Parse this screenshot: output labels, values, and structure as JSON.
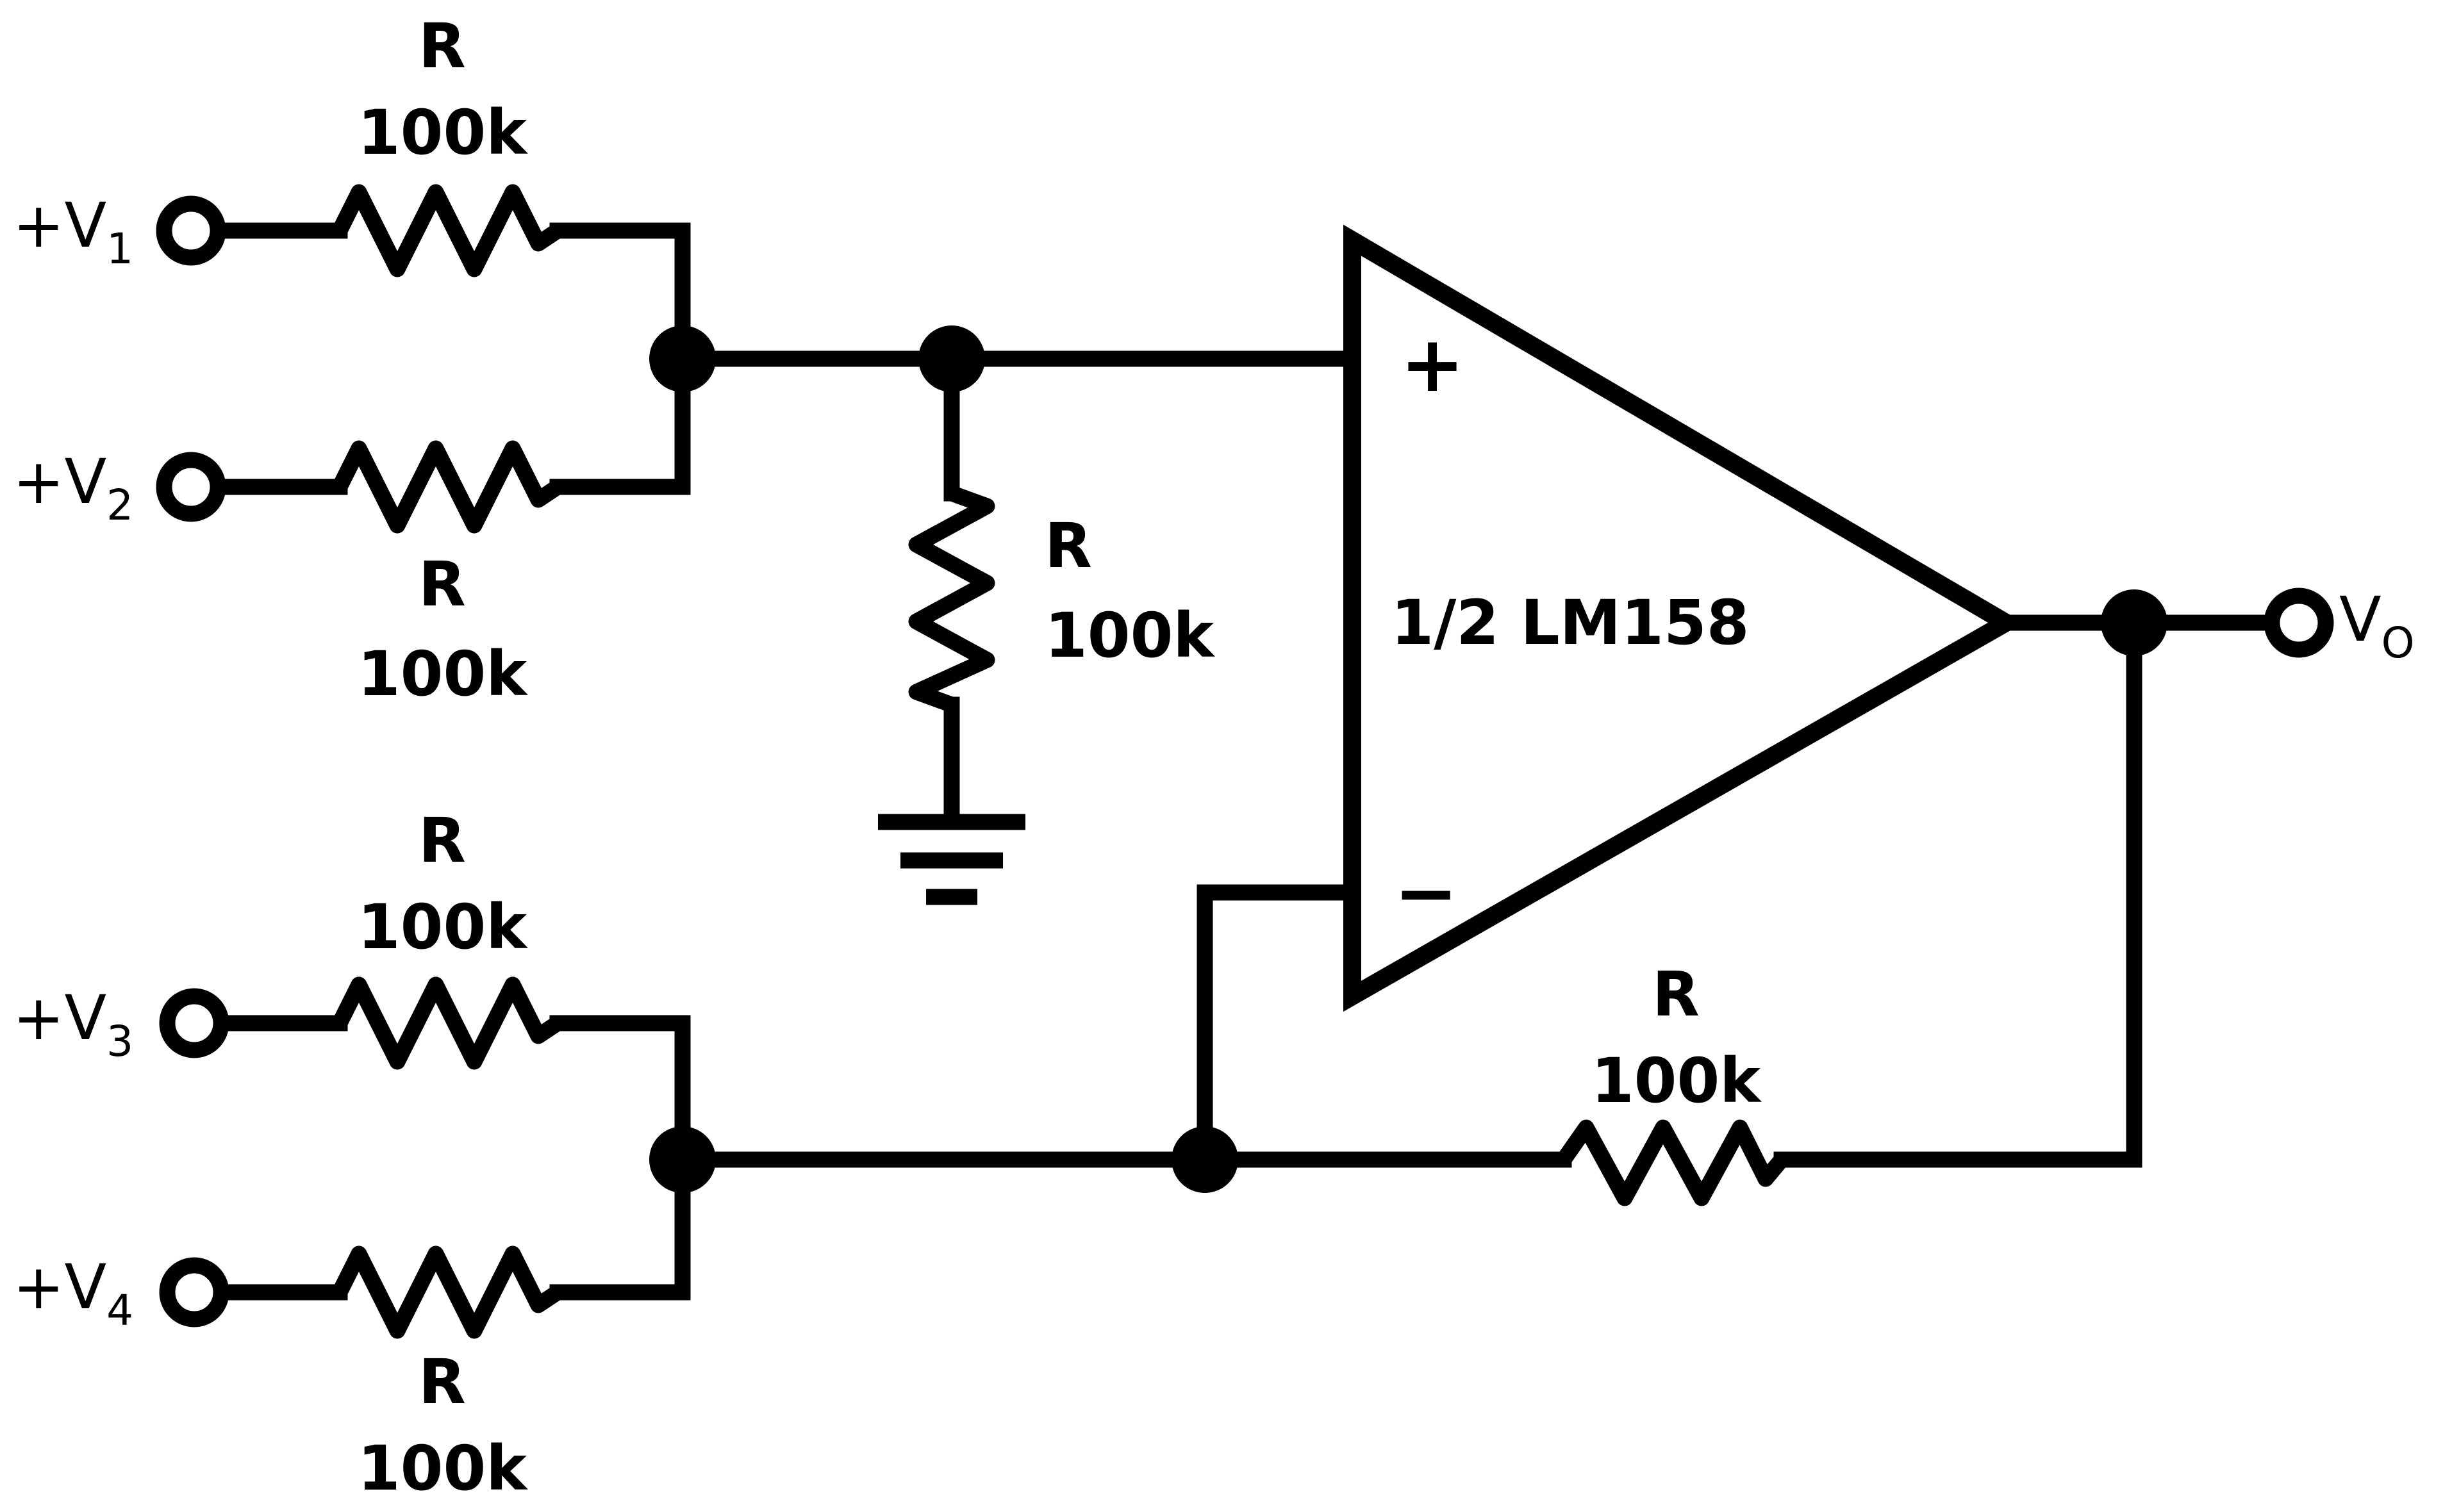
{
  "inputs": {
    "v1": {
      "prefix": "+V",
      "sub": "1"
    },
    "v2": {
      "prefix": "+V",
      "sub": "2"
    },
    "v3": {
      "prefix": "+V",
      "sub": "3"
    },
    "v4": {
      "prefix": "+V",
      "sub": "4"
    }
  },
  "output": {
    "prefix": "V",
    "sub": "O"
  },
  "resistors": {
    "r1": {
      "name": "R",
      "value": "100k"
    },
    "r2": {
      "name": "R",
      "value": "100k"
    },
    "r3": {
      "name": "R",
      "value": "100k"
    },
    "r4": {
      "name": "R",
      "value": "100k"
    },
    "r_ground": {
      "name": "R",
      "value": "100k"
    },
    "r_feedback": {
      "name": "R",
      "value": "100k"
    }
  },
  "opamp": {
    "label": "1/2 LM158",
    "plus": "+",
    "minus": "−"
  }
}
